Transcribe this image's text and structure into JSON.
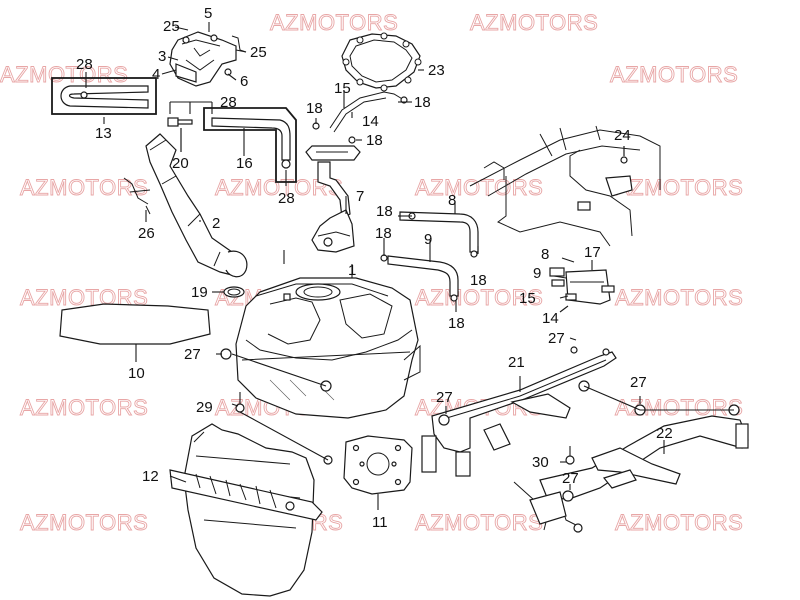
{
  "watermark": "AZMOTORS",
  "callouts": {
    "c25a": "25",
    "c5": "5",
    "c3": "3",
    "c4": "4",
    "c25b": "25",
    "c6": "6",
    "c28a": "28",
    "c28b": "28",
    "c28c": "28",
    "c13": "13",
    "c20": "20",
    "c16": "16",
    "c2": "2",
    "c26": "26",
    "c23": "23",
    "c15a": "15",
    "c18a": "18",
    "c18b": "18",
    "c14a": "14",
    "c18c": "18",
    "c7": "7",
    "c8a": "8",
    "c18d": "18",
    "c18e": "18",
    "c9a": "9",
    "c18f": "18",
    "c18g": "18",
    "c24": "24",
    "c17": "17",
    "c8b": "8",
    "c9b": "9",
    "c15b": "15",
    "c14b": "14",
    "c1": "1",
    "c19": "19",
    "c10": "10",
    "c27a": "27",
    "c27b": "27",
    "c27c": "27",
    "c27d": "27",
    "c27e": "27",
    "c29": "29",
    "c21": "21",
    "c22": "22",
    "c30": "30",
    "c12": "12",
    "c11": "11"
  },
  "colors": {
    "watermark": "#e8a6a6",
    "line": "#1a1a1a"
  }
}
